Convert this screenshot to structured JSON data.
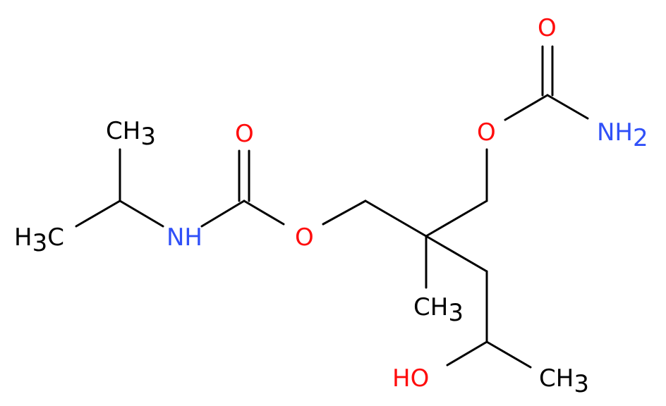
{
  "colors": {
    "carbon": "#000000",
    "oxygen": "#ff0d0d",
    "nitrogen": "#3050f8",
    "background": "#ffffff"
  },
  "atoms": {
    "ch3_top_left": {
      "main": "CH",
      "sub": "3"
    },
    "h3c_left": {
      "pre": "H",
      "sub": "3",
      "post": "C"
    },
    "nh": {
      "main": "NH"
    },
    "o_carbonyl_left": {
      "main": "O"
    },
    "o_ester_left": {
      "main": "O"
    },
    "o_carbonyl_right": {
      "main": "O"
    },
    "o_ester_right": {
      "main": "O"
    },
    "nh2": {
      "main": "NH",
      "sub": "2"
    },
    "ch3_quaternary": {
      "main": "CH",
      "sub": "3"
    },
    "ho": {
      "main": "HO"
    },
    "ch3_bottom_right": {
      "main": "CH",
      "sub": "3"
    }
  }
}
